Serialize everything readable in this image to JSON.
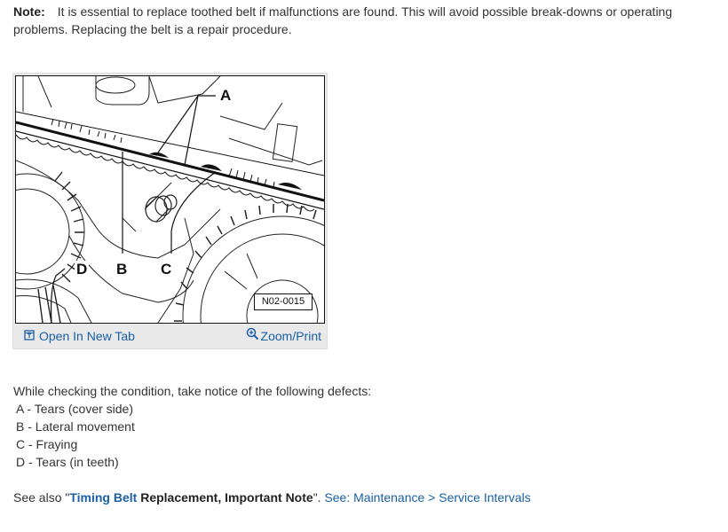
{
  "note": {
    "label": "Note:",
    "text": "It is essential to replace toothed belt if malfunctions are found. This will avoid possible break-downs or operating problems. Replacing the belt is a repair procedure."
  },
  "figure": {
    "callouts": {
      "a": "A",
      "b": "B",
      "c": "C",
      "d": "D"
    },
    "code": "N02-0015",
    "open_tab_label": "Open In New Tab",
    "zoom_label": "Zoom/Print",
    "icons": {
      "open_tab": "open-in-new-tab-icon",
      "zoom": "zoom-in-icon"
    }
  },
  "defects": {
    "intro": "While checking the condition, take notice of the following defects:",
    "items": [
      "A - Tears (cover side)",
      "B - Lateral movement",
      "C - Fraying",
      "D - Tears (in teeth)"
    ]
  },
  "see_also": {
    "prefix": "See also \"",
    "timing_belt": "Timing Belt",
    "title_rest": " Replacement, Important Note",
    "suffix": "\". ",
    "link": "See: Maintenance > Service Intervals"
  },
  "colors": {
    "text": "#333333",
    "link": "#1a5fa8"
  }
}
